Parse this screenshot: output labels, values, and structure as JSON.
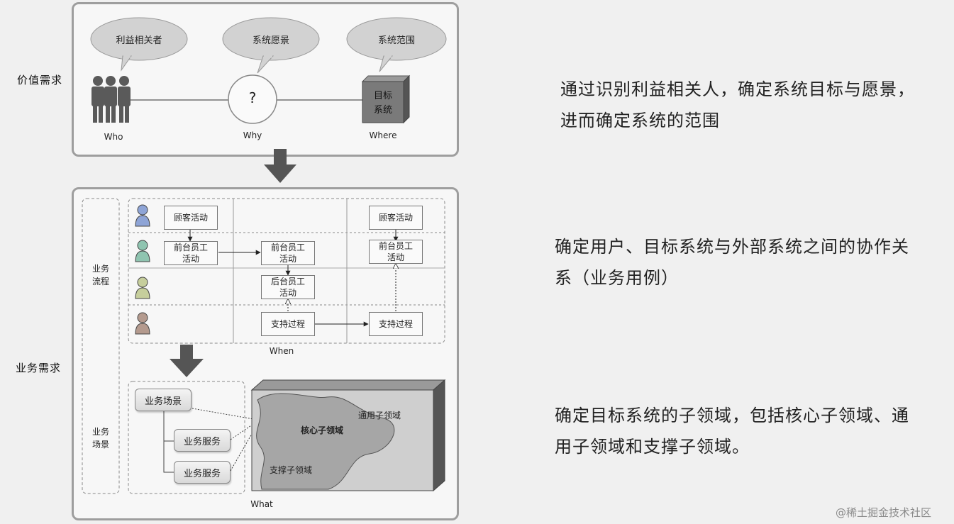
{
  "top": {
    "label": "价值需求",
    "bubbles": [
      "利益相关者",
      "系统愿景",
      "系统范围"
    ],
    "question": "?",
    "target": "目标\n系统",
    "who": "Who",
    "why": "Why",
    "where": "Where"
  },
  "bottom": {
    "label": "业务需求",
    "process_label": "业务\n流程",
    "scene_label": "业务\n场景",
    "customer_activity": "顾客活动",
    "front_staff": "前台员工\n活动",
    "back_staff": "后台员工\n活动",
    "support": "支持过程",
    "when": "When",
    "scenario": "业务场景",
    "service": "业务服务",
    "core": "核心子领域",
    "generic": "通用子领域",
    "supporting": "支撑子领域",
    "what": "What"
  },
  "notes": [
    "通过识别利益相关人，确定系统目标与愿景，\n进而确定系统的范围",
    "确定用户、目标系统与外部系统之间的协作关\n系（业务用例）",
    "确定目标系统的子领域，包括核心子领域、通\n用子领域和支撑子领域。"
  ],
  "watermark": "@稀土掘金技术社区"
}
